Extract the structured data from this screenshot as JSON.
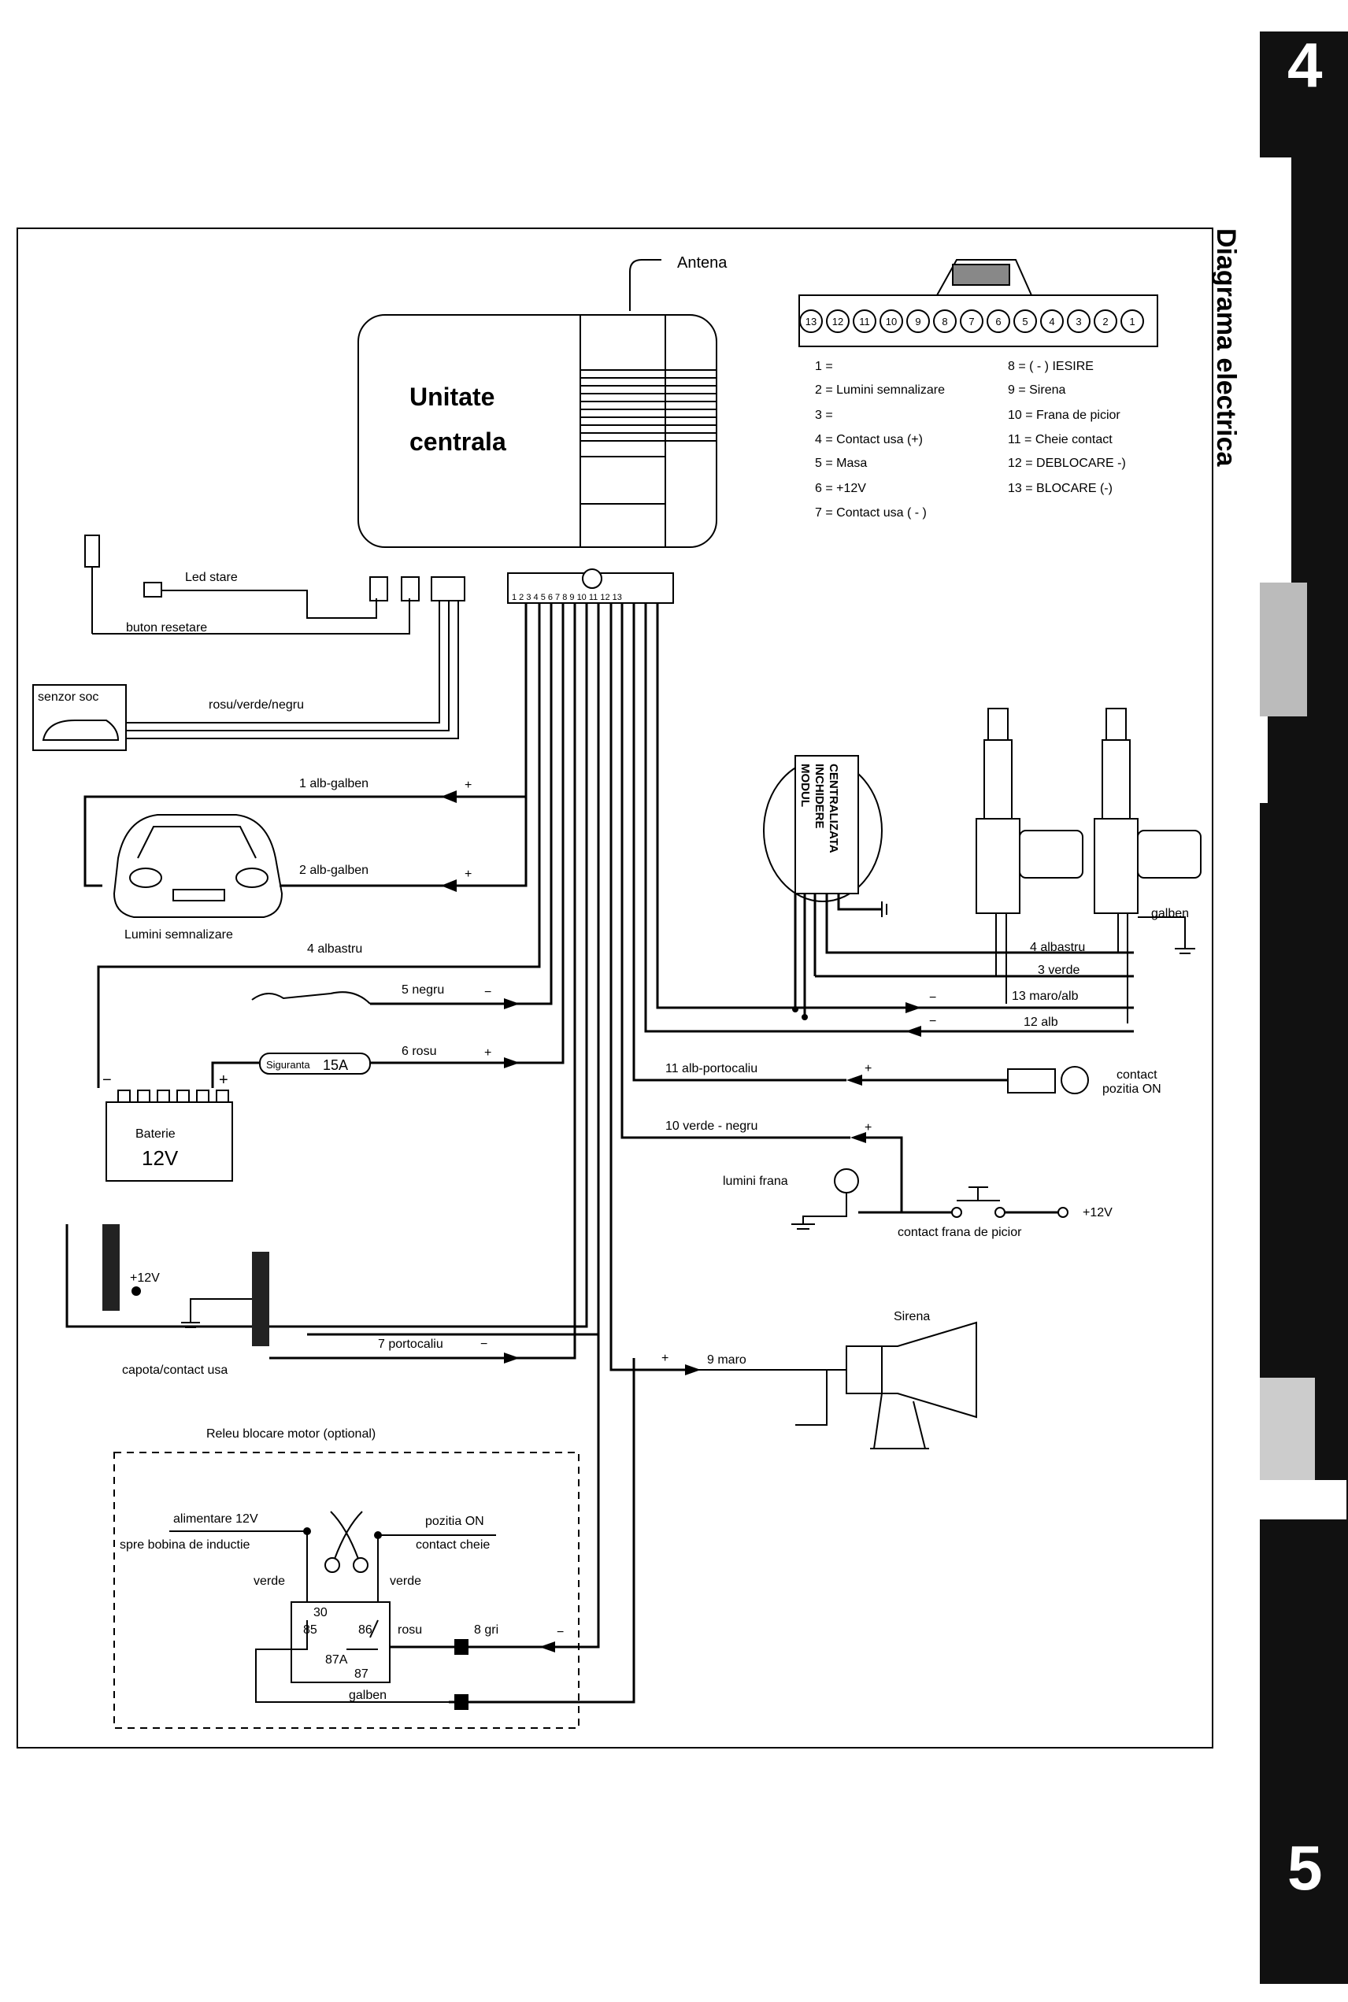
{
  "side": {
    "top_number": "4",
    "bottom_number": "5",
    "vertical_title": "Diagrama electrica"
  },
  "central_unit": {
    "line1": "Unitate",
    "line2": "centrala",
    "antenna": "Antena"
  },
  "connector": {
    "pins": [
      "13",
      "12",
      "11",
      "10",
      "9",
      "8",
      "7",
      "6",
      "5",
      "4",
      "3",
      "2",
      "1"
    ],
    "header_pins": "1 2 3 4 5 6 7 8 9 10 11 12 13"
  },
  "pin_legend": {
    "left": [
      "1 =",
      "2 = Lumini semnalizare",
      "3 =",
      "4 =    Contact usa  (+)",
      "5 =  Masa",
      "6 = +12V",
      "7 =    Contact usa  ( - )"
    ],
    "right": [
      "8 = ( - ) IESIRE",
      "9 = Sirena",
      "10 = Frana de picior",
      "11 = Cheie contact",
      "12 = DEBLOCARE  -)",
      "13 = BLOCARE (-)"
    ]
  },
  "left_components": {
    "led": "Led stare",
    "reset": "buton resetare",
    "shock_sensor": "senzor soc",
    "shock_wires": "rosu/verde/negru",
    "lights": "Lumini semnalizare",
    "battery": "Baterie",
    "battery_voltage": "12V",
    "fuse": "Siguranta",
    "fuse_rating": "15A",
    "plus12v": "+12V",
    "hood_door": "capota/contact usa"
  },
  "wires": {
    "w1": "1 alb-galben",
    "w2": "2  alb-galben",
    "w4": "4 albastru",
    "w5": "5 negru",
    "w6": "6 rosu",
    "w7": "7 portocaliu",
    "w11": "11 alb-portocaliu",
    "w10": "10 verde - negru",
    "w9": "9  maro",
    "lock4": "4 albastru",
    "lock3": "3 verde",
    "lock13": "13 maro/alb",
    "lock12": "12 alb",
    "galben": "galben"
  },
  "right_components": {
    "module_line1": "MODUL",
    "module_line2": "INCHIDERE",
    "module_line3": "CENTRALIZATA",
    "ignition_line1": "contact",
    "ignition_line2": "pozitia ON",
    "brake_light": "lumini frana",
    "brake_switch": "contact frana de picior",
    "plus12v": "+12V",
    "siren": "Sirena"
  },
  "relay": {
    "title": "Releu blocare motor (optional)",
    "supply": "alimentare 12V",
    "coil": "spre bobina de inductie",
    "on_pos": "pozitia ON",
    "key": "contact cheie",
    "verde_left": "verde",
    "verde_right": "verde",
    "p30": "30",
    "p85": "85",
    "p86": "86",
    "p87a": "87A",
    "p87": "87",
    "rosu": "rosu",
    "gri": "8  gri",
    "galben": "galben"
  },
  "signs": {
    "plus": "+",
    "minus": "−"
  }
}
